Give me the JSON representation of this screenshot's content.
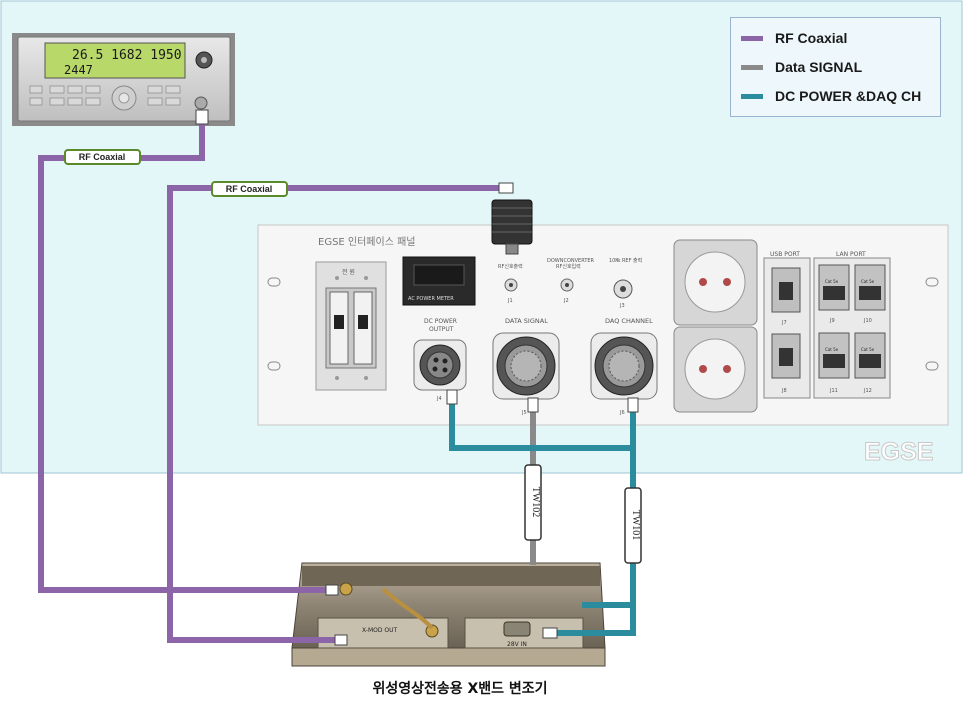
{
  "legend": {
    "items": [
      {
        "label": "RF Coaxial",
        "color": "#8c64a8"
      },
      {
        "label": "Data SIGNAL",
        "color": "#8a8a8a"
      },
      {
        "label": "DC POWER &DAQ CH",
        "color": "#2a8c9c"
      }
    ]
  },
  "cables": {
    "rf_label_1": "RF Coaxial",
    "rf_label_2": "RF Coaxial",
    "data_label": "TW102",
    "dc_label": "TW101"
  },
  "counter": {
    "freq_display": "26.5 1682 1950",
    "sub_display": "2447"
  },
  "panel": {
    "title": "EGSE 인터페이스 패널",
    "switch_label": "전 원",
    "meter_label": "AC POWER METER",
    "dc_power_label": "DC POWER",
    "dc_output_label": "OUTPUT",
    "data_signal_label": "DATA SIGNAL",
    "daq_channel_label": "DAQ CHANNEL",
    "downconverter_label": "DOWNCONVERTER",
    "rf_in_label": "RF신호입력",
    "rf_out_label": "RF신호출력",
    "rf10_label": "10㎒ REF 출력",
    "usb_port_label": "USB PORT",
    "lan_port_label": "LAN PORT",
    "port_j1": "J1",
    "port_j2": "J2",
    "port_j3": "J3",
    "port_j4": "J4",
    "port_j5": "J5",
    "port_j6": "J6",
    "port_j7": "J7",
    "port_j8": "J8",
    "port_j9": "J9",
    "port_j10": "J10",
    "port_j11": "J11",
    "port_j12": "J12",
    "cat_label": "Cat 5e",
    "egse_mark": "EGSE"
  },
  "modulator": {
    "xmod_label": "X-MOD OUT",
    "power_label": "28V IN"
  },
  "caption": "위성영상전송용 X밴드 변조기",
  "colors": {
    "rf": "#8c64a8",
    "data": "#8a8a8a",
    "dc": "#2a8c9c",
    "background_panel": "#e3f7f9"
  }
}
